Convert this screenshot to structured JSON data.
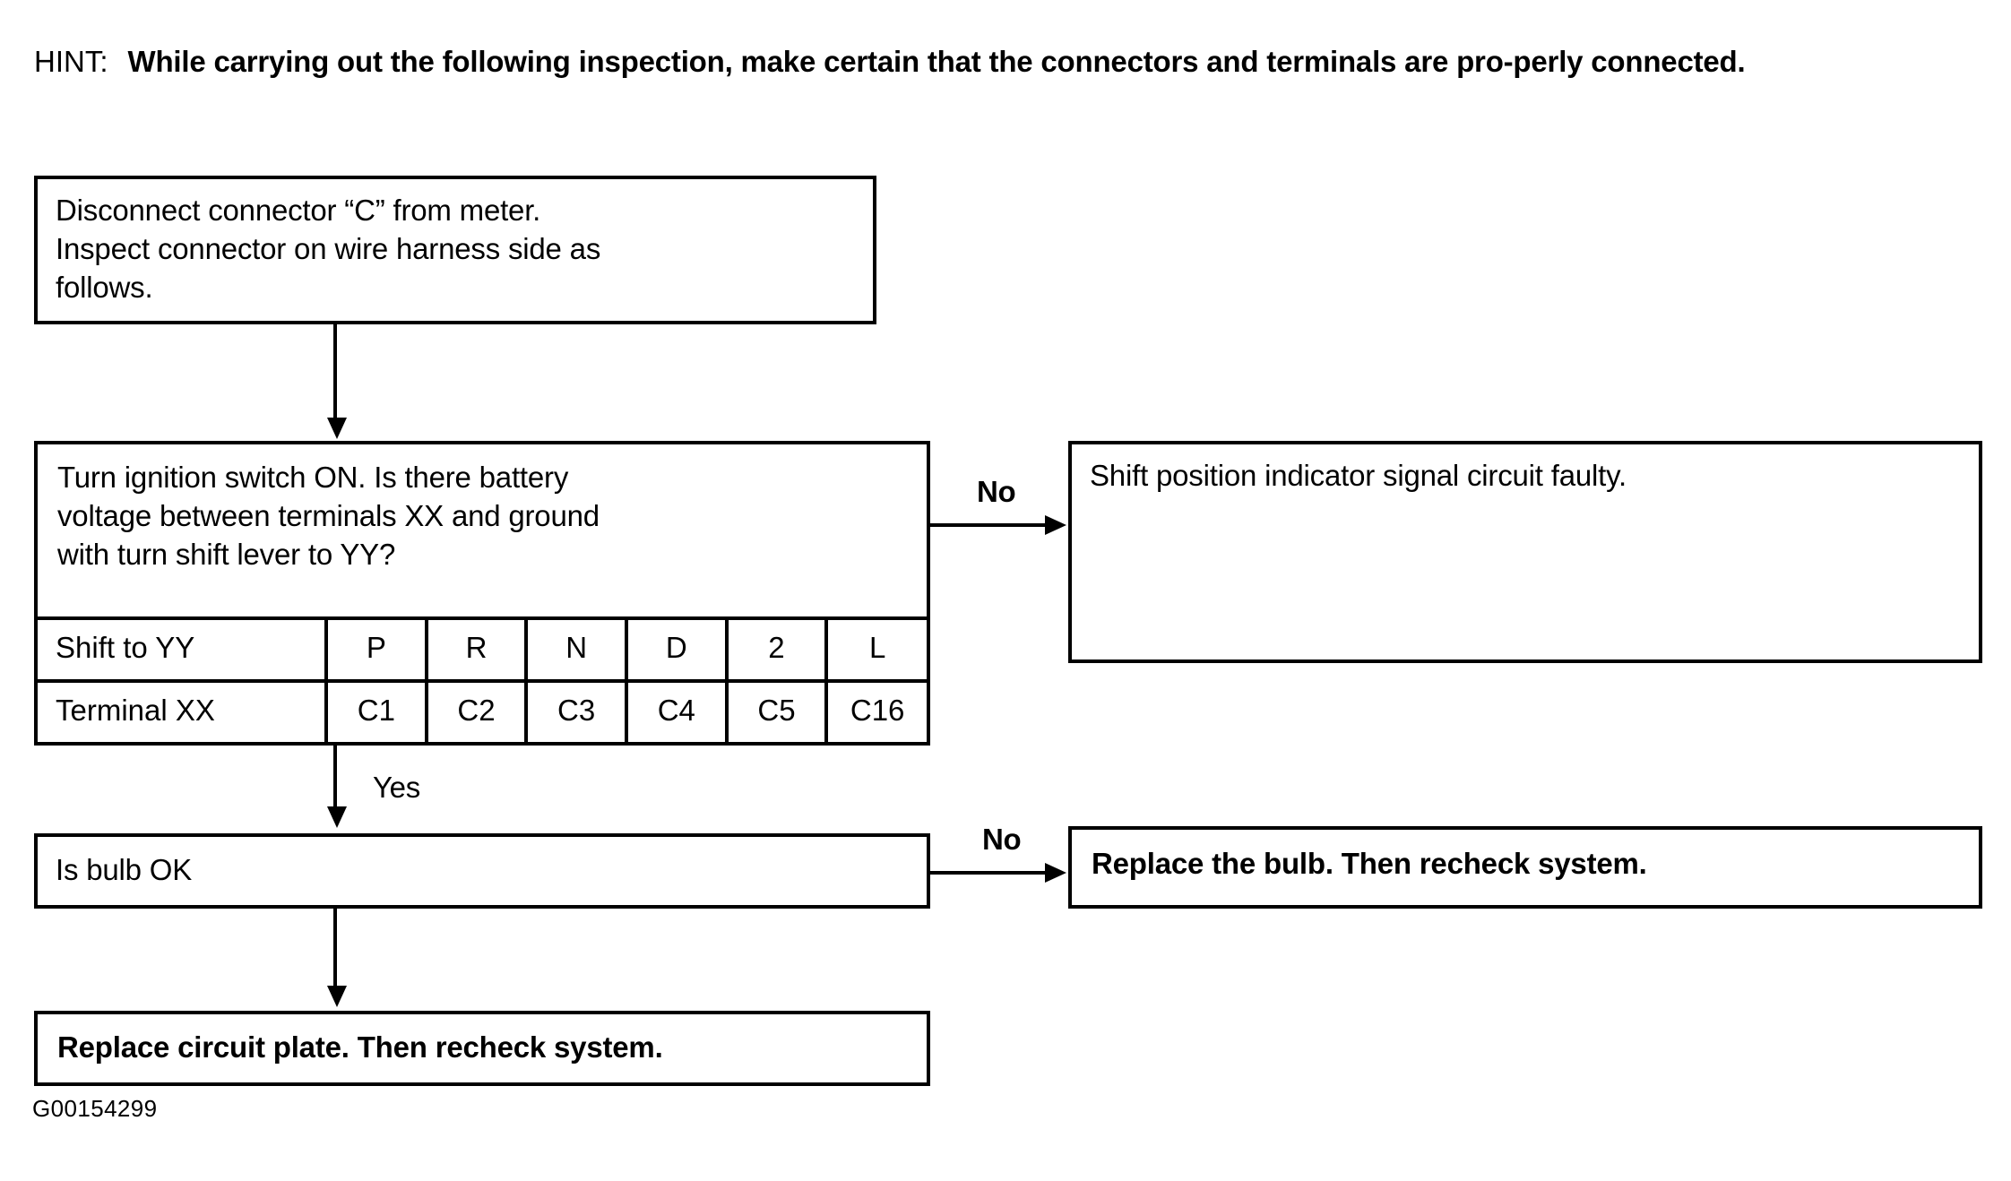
{
  "hint": {
    "label": "HINT:",
    "body": "While carrying out the following inspection, make certain that the connectors and terminals are pro-perly connected."
  },
  "boxes": {
    "disconnect": {
      "line1": "Disconnect connector “C” from meter.",
      "line2": "Inspect connector on wire harness side as",
      "line3": "follows."
    },
    "question": {
      "line1": "Turn ignition switch ON. Is there battery",
      "line2": "voltage between terminals XX and ground",
      "line3": "with turn shift lever to YY?"
    },
    "fault": {
      "text": "Shift position indicator signal circuit faulty."
    },
    "bulb": {
      "text": "Is bulb OK"
    },
    "replace_bulb": {
      "text": "Replace the bulb. Then recheck system."
    },
    "replace_plate": {
      "text": "Replace circuit plate. Then recheck system."
    }
  },
  "shift_table": {
    "row_headers": [
      "Shift to YY",
      "Terminal XX"
    ],
    "shift_positions": [
      "P",
      "R",
      "N",
      "D",
      "2",
      "L"
    ],
    "terminals": [
      "C1",
      "C2",
      "C3",
      "C4",
      "C5",
      "C16"
    ]
  },
  "branches": {
    "no_1": "No",
    "yes": "Yes",
    "no_2": "No"
  },
  "footer": {
    "code": "G00154299"
  },
  "colors": {
    "ink": "#000000",
    "paper": "#ffffff"
  }
}
